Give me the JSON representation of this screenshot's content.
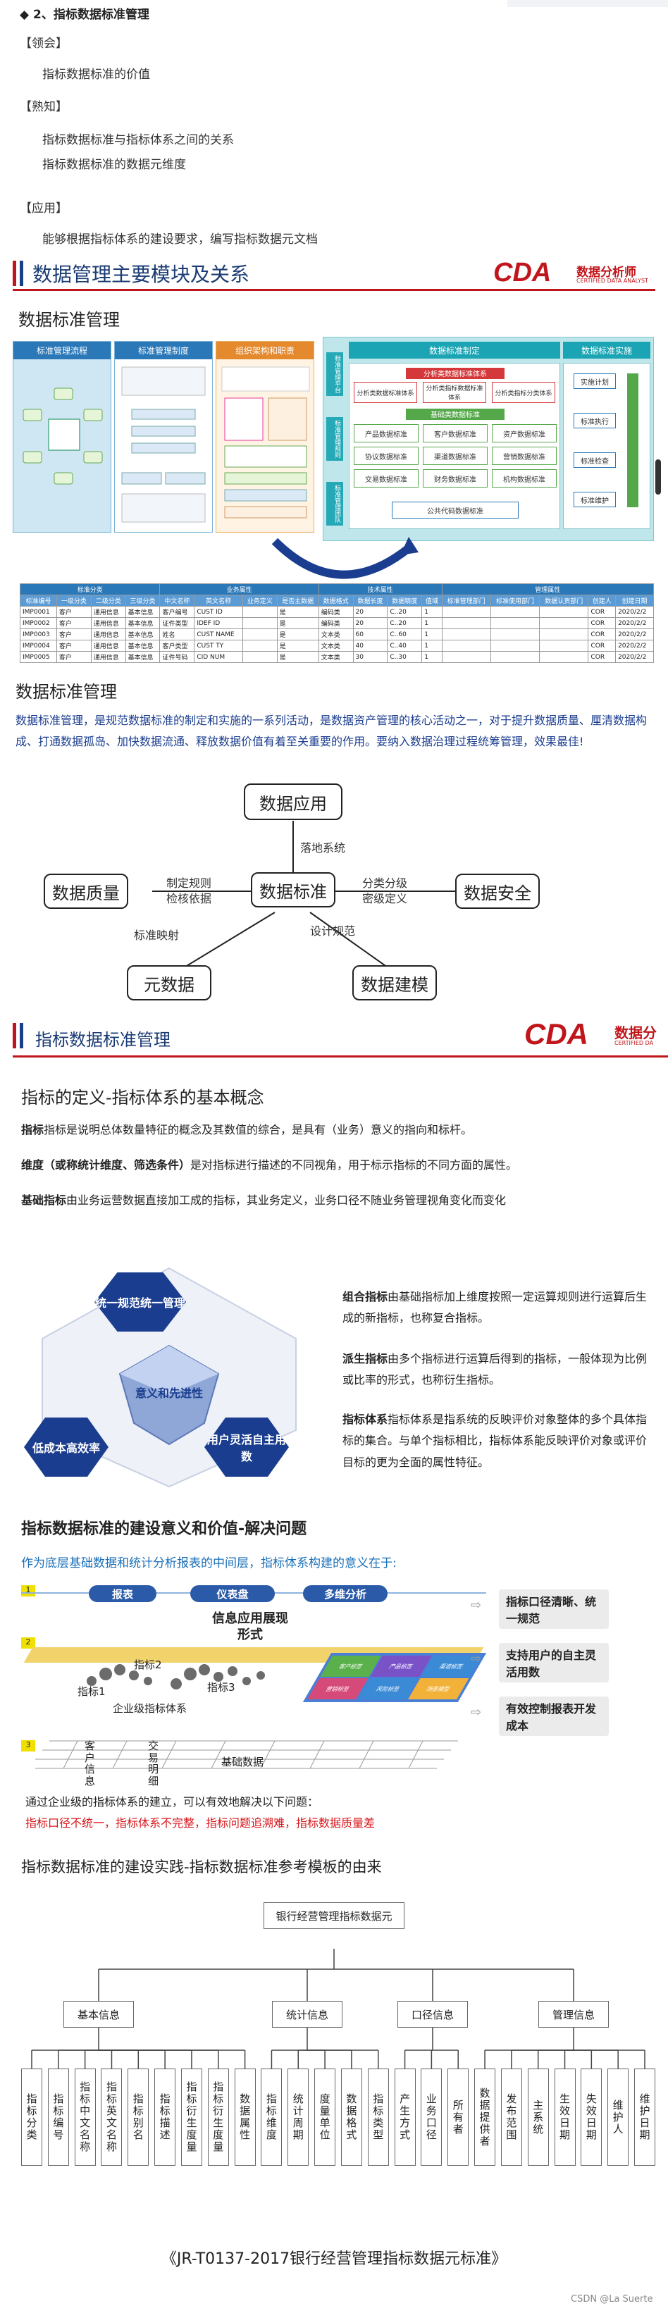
{
  "section2": {
    "title": "◆ 2、指标数据标准管理",
    "grasp_label": "【领会】",
    "grasp_item": "指标数据标准的价值",
    "know_label": "【熟知】",
    "know_items": [
      "指标数据标准与指标体系之间的关系",
      "指标数据标准的数据元维度"
    ],
    "apply_label": "【应用】",
    "apply_item": "能够根据指标体系的建设要求，编写指标数据元文档"
  },
  "slide1": {
    "header": "数据管理主要模块及关系",
    "logo": "CDA",
    "logo_sub": "数据分析师",
    "logo_sub2": "CERTIFIED DATA ANALYST",
    "subtitle": "数据标准管理",
    "panels": [
      "标准管理流程",
      "标准管理制度",
      "组织架构和职责"
    ],
    "right_head": "数据标准制定",
    "right_head2": "数据标准实施",
    "basic_std": "分析类数据标准体系",
    "basic_std2": "分析类指标数据标准体系",
    "basic_std3": "分析类指标分类体系",
    "base_head": "基础类数据标准",
    "cells": [
      "产品数据标准",
      "客户数据标准",
      "资产数据标准",
      "协议数据标准",
      "渠道数据标准",
      "营销数据标准",
      "交易数据标准",
      "财务数据标准",
      "机构数据标准"
    ],
    "public_code": "公共代码数据标准",
    "impl": [
      "实施计划",
      "标准执行",
      "标准检查",
      "标准维护"
    ],
    "side_tags": [
      "标准管理平台",
      "标准管理规则",
      "标准管理团队"
    ]
  },
  "small_table": {
    "group_heads": [
      "标准分类",
      "业务属性",
      "技术属性",
      "管理属性"
    ],
    "cols": [
      "标准编号",
      "一级分类",
      "二级分类",
      "三级分类",
      "中文名称",
      "英文名称",
      "业务定义",
      "是否主数据",
      "数据格式",
      "数据长度",
      "数据精度",
      "值域",
      "标准管理部门",
      "标准使用部门",
      "数据认责部门",
      "创建人",
      "创建日期"
    ],
    "rows": [
      [
        "IMP0001",
        "客户",
        "通用信息",
        "基本信息",
        "客户编号",
        "CUST ID",
        "",
        "是",
        "编码类",
        "20",
        "C..20",
        "1",
        "",
        "",
        "",
        "COR",
        "2020/2/2"
      ],
      [
        "IMP0002",
        "客户",
        "通用信息",
        "基本信息",
        "证件类型",
        "IDEF ID",
        "",
        "是",
        "编码类",
        "20",
        "C..20",
        "1",
        "",
        "",
        "",
        "COR",
        "2020/2/2"
      ],
      [
        "IMP0003",
        "客户",
        "通用信息",
        "基本信息",
        "姓名",
        "CUST NAME",
        "",
        "是",
        "文本类",
        "60",
        "C..60",
        "1",
        "",
        "",
        "",
        "COR",
        "2020/2/2"
      ],
      [
        "IMP0004",
        "客户",
        "通用信息",
        "基本信息",
        "客户类型",
        "CUST TY",
        "",
        "是",
        "文本类",
        "40",
        "C..40",
        "1",
        "",
        "",
        "",
        "COR",
        "2020/2/2"
      ],
      [
        "IMP0005",
        "客户",
        "通用信息",
        "基本信息",
        "证件号码",
        "CID NUM",
        "",
        "是",
        "文本类",
        "30",
        "C..30",
        "1",
        "",
        "",
        "",
        "COR",
        "2020/2/2"
      ]
    ]
  },
  "dsm": {
    "title": "数据标准管理",
    "desc": "数据标准管理，是规范数据标准的制定和实施的一系列活动，是数据资产管理的核心活动之一，对于提升数据质量、厘清数据构成、打通数据孤岛、加快数据流通、释放数据价值有着至关重要的作用。要纳入数据治理过程统筹管理，效果最佳!",
    "center": "数据标准",
    "top": "数据应用",
    "left": "数据质量",
    "right": "数据安全",
    "bl": "元数据",
    "br": "数据建模",
    "l_top": "落地系统",
    "l_left1": "制定规则",
    "l_left2": "检核依据",
    "l_right1": "分类分级",
    "l_right2": "密级定义",
    "l_bl": "标准映射",
    "l_br": "设计规范"
  },
  "slide2": {
    "header": "指标数据标准管理",
    "logo": "CDA",
    "logo_sub": "数据分",
    "logo_sub2": "CERTIFIED DA",
    "sub": "指标的定义-指标体系的基本概念",
    "p1_b": "指标",
    "p1": "指标是说明总体数量特征的概念及其数值的综合，是具有（业务）意义的指向和标杆。",
    "p2_b": "维度（或称统计维度、筛选条件）",
    "p2": "是对指标进行描述的不同视角，用于标示指标的不同方面的属性。",
    "p3_b": "基础指标",
    "p3": "由业务运营数据直接加工成的指标，其业务定义，业务口径不随业务管理视角变化而变化",
    "p4_b": "组合指标",
    "p4": "由基础指标加上维度按照一定运算规则进行运算后生成的新指标，也称复合指标。",
    "p5_b": "派生指标",
    "p5": "由多个指标进行运算后得到的指标，一般体现为比例或比率的形式，也称衍生指标。",
    "p6_b": "指标体系",
    "p6": "指标体系是指系统的反映评价对象整体的多个具体指标的集合。与单个指标相比，指标体系能反映评价对象或评价目标的更为全面的属性特征。",
    "hex": [
      "统一规范统一管理",
      "意义和先进性",
      "低成本高效率",
      "用户灵活自主用数"
    ],
    "sub2": "指标数据标准的建设意义和价值-解决问题",
    "blue_line": "作为底层基础数据和统计分析报表的中间层，指标体系构建的意义在于:",
    "top_pills": [
      "报表",
      "仪表盘",
      "多维分析"
    ],
    "info_app": "信息应用展现形式",
    "layer_labels": [
      "指标1",
      "指标2",
      "指标3",
      "企业级指标体系"
    ],
    "base_labels": [
      "客户信息",
      "交易明细",
      "基础数据"
    ],
    "layer_nums": [
      "1",
      "2",
      "3"
    ],
    "grid_tags": [
      "客户标签",
      "产品标签",
      "渠道标签",
      "营销标签",
      "风险标签",
      "场景模型"
    ],
    "benefits": [
      "指标口径清晰、统一规范",
      "支持用户的自主灵活用数",
      "有效控制报表开发成本"
    ],
    "solve_intro": "通过企业级的指标体系的建立，可以有效地解决以下问题：",
    "solve_red": "指标口径不统一，指标体系不完整，指标问题追溯难，指标数据质量差",
    "sub3": "指标数据标准的建设实践-指标数据标准参考模板的由来",
    "root": "银行经营管理指标数据元",
    "groups": [
      "基本信息",
      "统计信息",
      "口径信息",
      "管理信息"
    ],
    "leaves": [
      "指标分类",
      "指标编号",
      "指标中文名称",
      "指标英文名称",
      "指标别名",
      "指标描述",
      "指标衍生度量",
      "指标衍生度量",
      "数据属性",
      "指标维度",
      "统计周期",
      "度量单位",
      "数据格式",
      "指标类型",
      "产生方式",
      "业务口径",
      "所有者",
      "数据提供者",
      "发布范围",
      "主系统",
      "生效日期",
      "失效日期",
      "维护人",
      "维护日期"
    ],
    "caption": "《JR-T0137-2017银行经营管理指标数据元标准》",
    "watermark": "CSDN @La Suerte"
  }
}
